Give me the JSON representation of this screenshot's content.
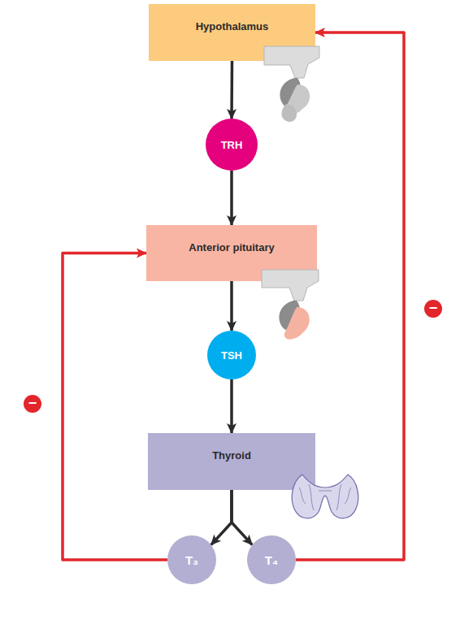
{
  "diagram": {
    "nodes": [
      {
        "text": [
          "Hypothalamus"
        ]
      },
      {
        "text": [
          "TRH"
        ]
      },
      {
        "text": [
          "Anterior pituitary"
        ]
      },
      {
        "text": [
          "TSH"
        ]
      },
      {
        "text": [
          "Thyroid"
        ]
      },
      {
        "text": [
          "T₃"
        ]
      },
      {
        "text": [
          "T₄"
        ]
      }
    ],
    "edges": [
      {
        "from": 0,
        "to": 1,
        "arrow": "to"
      },
      {
        "from": 1,
        "to": 2,
        "arrow": "to"
      },
      {
        "from": 2,
        "to": 3,
        "arrow": "to"
      },
      {
        "from": 3,
        "to": 4,
        "arrow": "to"
      },
      {
        "from": 4,
        "to": 5,
        "arrow": "to"
      },
      {
        "from": 4,
        "to": 6,
        "arrow": "to"
      },
      {
        "from": 5,
        "to": 2,
        "arrow": "to"
      },
      {
        "from": 6,
        "to": 0,
        "arrow": "to"
      }
    ],
    "labels": [
      "−",
      "−",
      "+"
    ]
  }
}
